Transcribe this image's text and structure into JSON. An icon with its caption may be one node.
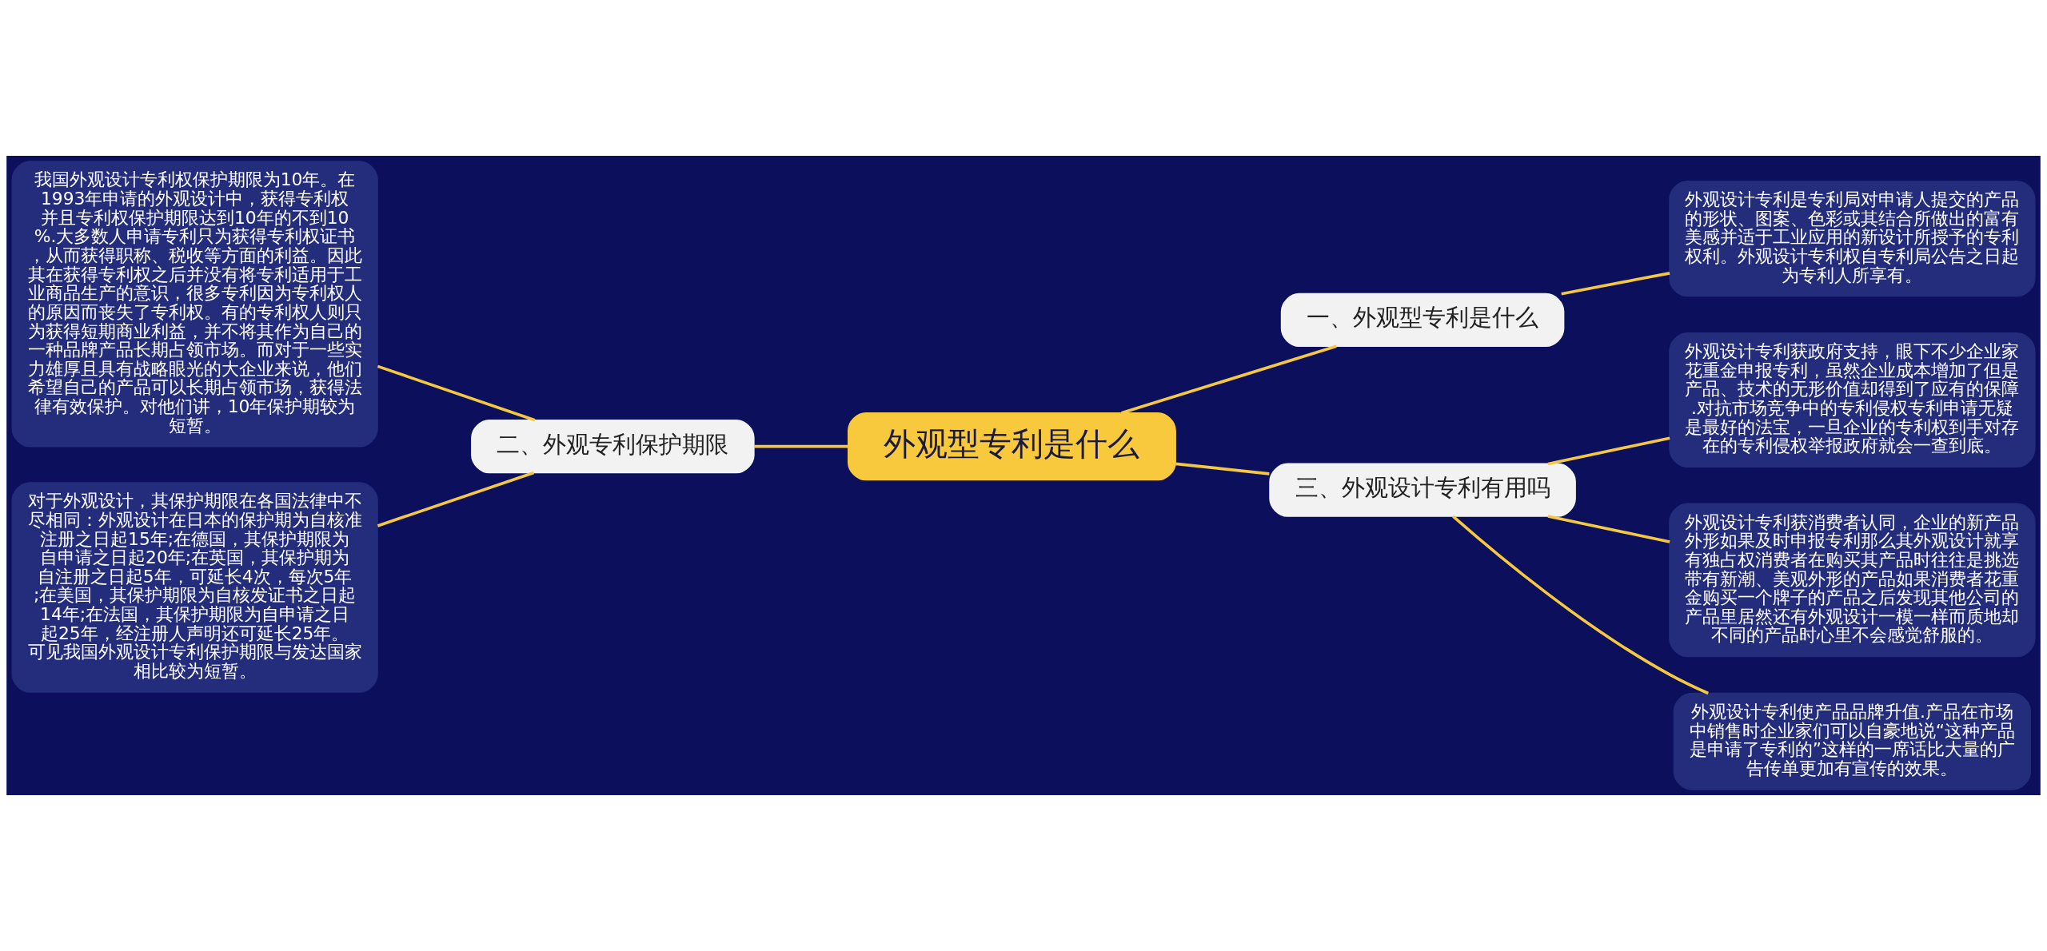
{
  "diagram": {
    "nodes": [
      {
        "text": [
          "外观型专利是什么"
        ]
      },
      {
        "text": [
          "一、外观型专利是什么"
        ]
      },
      {
        "text": [
          "外观设计专利是专利局对申请人提交的产品的形状、图案、色彩或其结合所做出的富有美感并适于工业应用的新设计所授予的专利权利。外观设计专利权自专利局公告之日起为专利人所享有。"
        ]
      },
      {
        "text": [
          "二、外观专利保护期限"
        ]
      },
      {
        "text": [
          "我国外观设计专利权保护期限为10年。在1993年申请的外观设计中，获得专利权并且专利权保护期限达到10年的不到10%.大多数人申请专利只为获得专利权证书，从而获得职称、税收等方面的利益。因此其在获得专利权之后并没有将专利适用于工业商品生产的意识，很多专利因为专利权人的原因而丧失了专利权。有的专利权人则只为获得短期商业利益，并不将其作为自己的一种品牌产品长期占领市场。而对于一些实力雄厚且具有战略眼光的大企业来说，他们希望自己的产品可以长期占领市场，获得法律有效保护。对他们讲，10年保护期较为短暂。"
        ]
      },
      {
        "text": [
          "对于外观设计，其保护期限在各国法律中不尽相同：外观设计在日本的保护期为自核准注册之日起15年;在德国，其保护期限为自申请之日起20年;在英国，其保护期为自注册之日起5年，可延长4次，每次5年;在美国，其保护期限为自核发证书之日起14年;在法国，其保护期限为自申请之日起25年，经注册人声明还可延长25年。可见我国外观设计专利保护期限与发达国家相比较为短暂。"
        ]
      },
      {
        "text": [
          "三、外观设计专利有用吗"
        ]
      },
      {
        "text": [
          "外观设计专利获政府支持，眼下不少企业家花重金申报专利，虽然企业成本增加了但是产品、技术的无形价值却得到了应有的保障.对抗市场竞争中的专利侵权专利申请无疑是最好的法宝，一旦企业的专利权到手对存在的专利侵权举报政府就会一查到底。"
        ]
      },
      {
        "text": [
          "外观设计专利获消费者认同，企业的新产品外形如果及时申报专利那么其外观设计就享有独占权消费者在购买其产品时往往是挑选带有新潮、美观外形的产品如果消费者花重金购买一个牌子的产品之后发现其他公司的产品里居然还有外观设计一模一样而质地却不同的产品时心里不会感觉舒服的。"
        ]
      },
      {
        "text": [
          "外观设计专利使产品品牌升值.产品在市场中销售时企业家们可以自豪地说“这种产品是申请了专利的”这样的一席话比大量的广告传单更加有宣传的效果。"
        ]
      }
    ],
    "edges": [
      {
        "from": 0,
        "to": 1,
        "arrow": "none"
      },
      {
        "from": 1,
        "to": 2,
        "arrow": "none"
      },
      {
        "from": 0,
        "to": 3,
        "arrow": "none"
      },
      {
        "from": 3,
        "to": 4,
        "arrow": "none"
      },
      {
        "from": 3,
        "to": 5,
        "arrow": "none"
      },
      {
        "from": 0,
        "to": 6,
        "arrow": "none"
      },
      {
        "from": 6,
        "to": 7,
        "arrow": "none"
      },
      {
        "from": 6,
        "to": 8,
        "arrow": "none"
      },
      {
        "from": 6,
        "to": 9,
        "arrow": "none"
      }
    ]
  }
}
